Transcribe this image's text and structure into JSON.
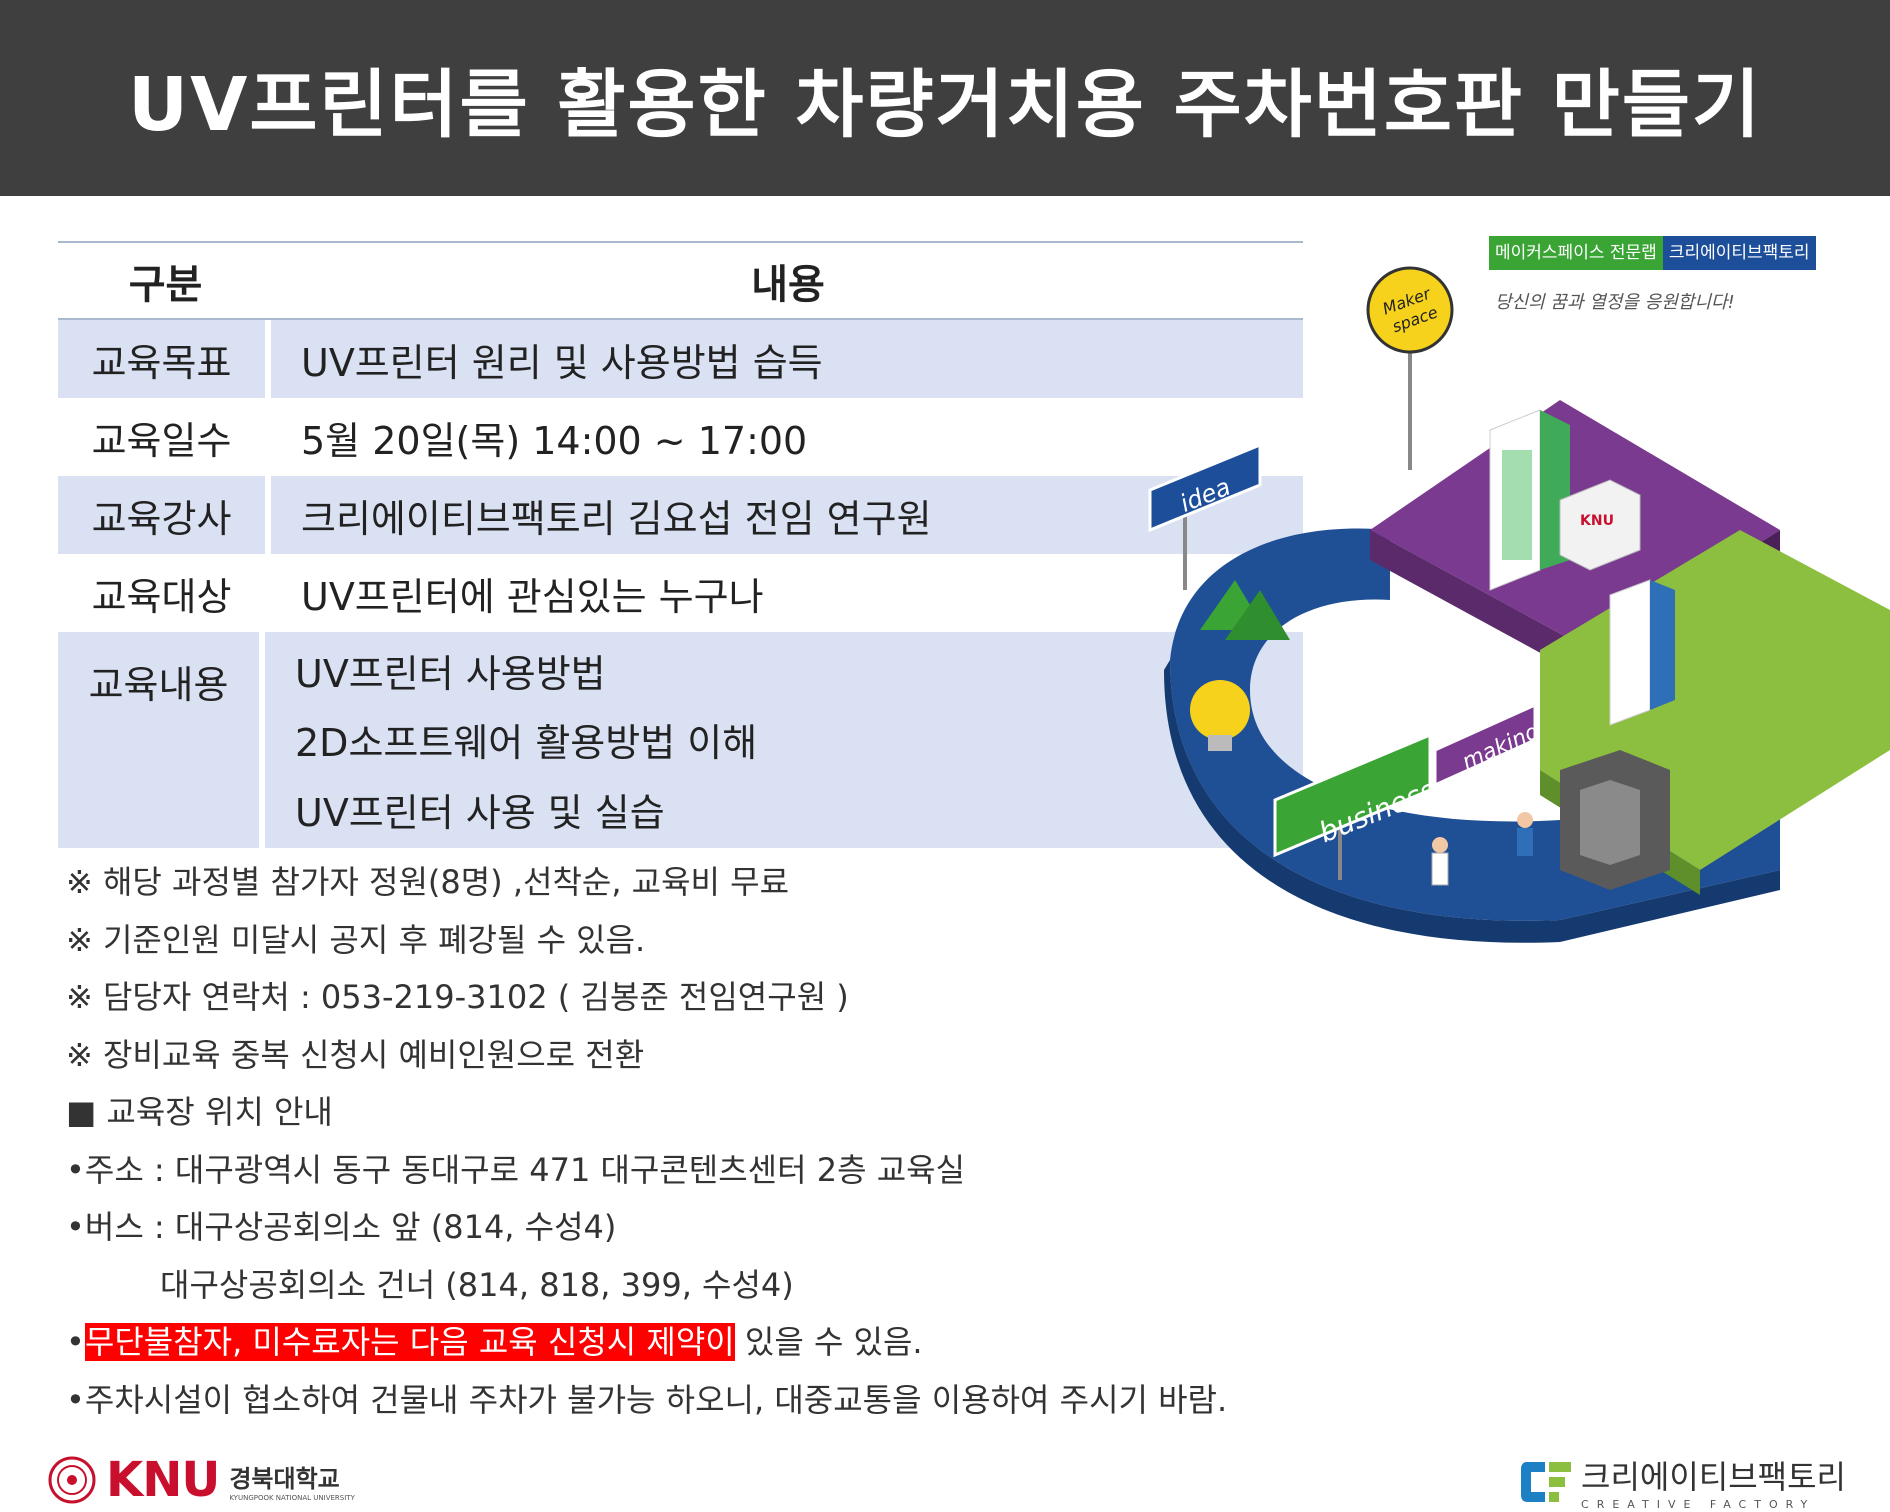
{
  "header": {
    "title": "UV프린터를 활용한 차량거치용 주차번호판 만들기"
  },
  "table": {
    "col1_header": "구분",
    "col2_header": "내용",
    "rows": [
      {
        "label": "교육목표",
        "value": "UV프린터 원리 및 사용방법 습득"
      },
      {
        "label": "교육일수",
        "value": "5월 20일(목) 14:00 ~ 17:00"
      },
      {
        "label": "교육강사",
        "value": "크리에이티브팩토리 김요섭 전임 연구원"
      },
      {
        "label": "교육대상",
        "value": "UV프린터에 관심있는 누구나"
      },
      {
        "label": "교육내용",
        "lines": [
          "UV프린터 사용방법",
          "2D소프트웨어 활용방법 이해",
          "UV프린터 사용 및 실습"
        ]
      }
    ]
  },
  "notes": {
    "n1": "※ 해당 과정별 참가자 정원(8명) ,선착순, 교육비 무료",
    "n2": "※ 기준인원 미달시 공지 후 폐강될 수 있음.",
    "n3": "※ 담당자 연락처 : 053-219-3102 ( 김봉준 전임연구원 )",
    "n4": "※ 장비교육 중복 신청시 예비인원으로 전환",
    "n5": "■ 교육장 위치 안내",
    "n6": "•주소 : 대구광역시 동구 동대구로 471 대구콘텐츠센터 2층 교육실",
    "n7": "•버스 : 대구상공회의소 앞 (814, 수성4)",
    "n8": "대구상공회의소 건너 (814, 818, 399, 수성4)",
    "n9_bullet": "•",
    "n9_highlight": "무단불참자, 미수료자는 다음 교육 신청시 제약이",
    "n9_rest": " 있을 수 있음.",
    "n10": "•주차시설이 협소하여 건물내 주차가 불가능 하오니, 대중교통을 이용하여 주시기 바람."
  },
  "illustration": {
    "badge_left": "메이커스페이스 전문랩",
    "badge_right": "크리에이티브팩토리",
    "slogan": "당신의 꿈과 열정을 응원합니다!",
    "maker_line1": "Maker",
    "maker_line2": "space",
    "sign_idea": "idea",
    "sign_business": "business",
    "sign_making": "making",
    "bldg_logo": "KNU"
  },
  "footer": {
    "knu_word": "KNU",
    "knu_kr": "경북대학교",
    "knu_en": "KYUNGPOOK NATIONAL UNIVERSITY",
    "cf_kr": "크리에이티브팩토리",
    "cf_en": "CREATIVE FACTORY"
  },
  "colors": {
    "header_bg": "#3f3f3f",
    "row_shade": "#d9e1f2",
    "highlight": "#ff0000",
    "knu_red": "#c8102e"
  }
}
